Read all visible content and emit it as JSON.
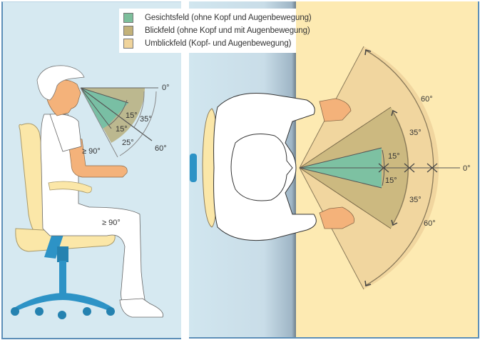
{
  "legend": {
    "items": [
      {
        "label": "Gesichtsfeld (ohne Kopf und Augenbewegung)",
        "color": "#7dbf9c"
      },
      {
        "label": "Blickfeld (ohne Kopf und mit Augenbewegung)",
        "color": "#c3b27a"
      },
      {
        "label": "Umblickfeld (Kopf- und Augenbewegung)",
        "color": "#f0d49c"
      }
    ]
  },
  "side_view": {
    "angles": {
      "zero": "0°",
      "face_up": "15°",
      "face_down": "15°",
      "blick": "35°",
      "blick_down": "25°",
      "umblick": "60°"
    },
    "elbow_angle": "≥ 90°",
    "knee_angle": "≥ 90°"
  },
  "top_view": {
    "angles": {
      "zero": "0°",
      "face_up": "15°",
      "face_down": "15°",
      "blick_up": "35°",
      "blick_down": "35°",
      "umblick_up": "60°",
      "umblick_down": "60°"
    }
  },
  "colors": {
    "gesichtsfeld": "#7dbf9c",
    "blickfeld": "#c3b27a",
    "umblickfeld": "#f0d49c",
    "left_bg": "#d6e9f1",
    "right_bg": "#fdeab2",
    "border": "#5d8fb8",
    "chair_blue": "#2d93c6",
    "chair_cushion": "#fbe7a8",
    "skin": "#f4b27a"
  }
}
